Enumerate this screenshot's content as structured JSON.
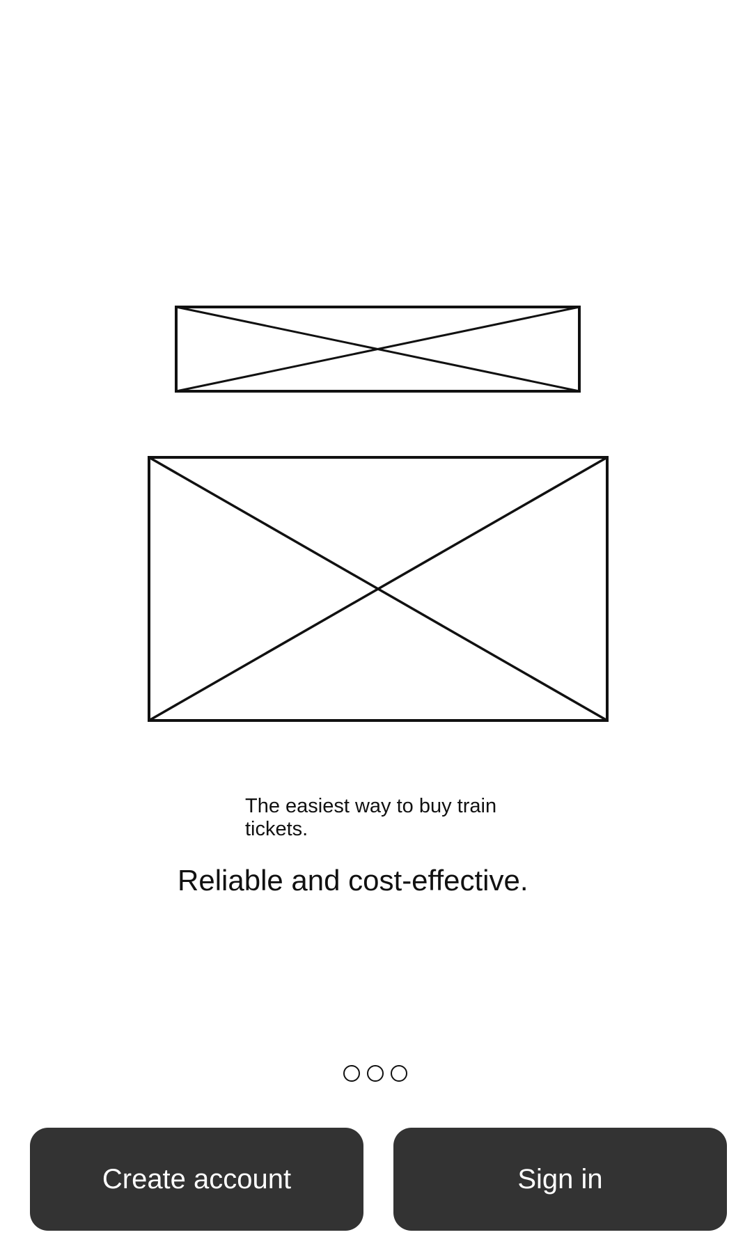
{
  "onboarding": {
    "tagline": "The easiest way to buy train tickets.",
    "headline": "Reliable and cost-effective.",
    "pager": {
      "page_count": 3
    }
  },
  "actions": {
    "create_account_label": "Create account",
    "sign_in_label": "Sign in"
  },
  "colors": {
    "background": "#ffffff",
    "button_background": "#333333",
    "button_text": "#ffffff",
    "outline": "#111111"
  },
  "icons": {
    "logo_placeholder": "image-placeholder-icon",
    "hero_placeholder": "image-placeholder-icon",
    "pager_dot": "circle-outline-icon"
  }
}
